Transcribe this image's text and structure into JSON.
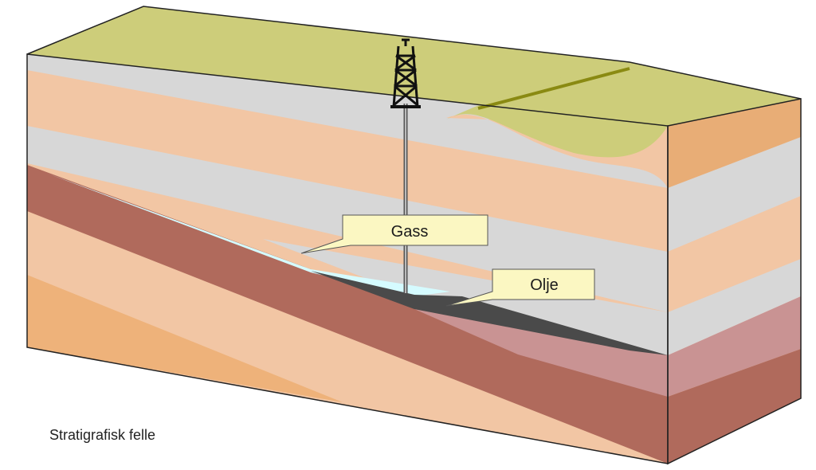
{
  "diagram": {
    "caption": "Stratigrafisk felle",
    "callouts": {
      "gas": "Gass",
      "oil": "Olje"
    }
  },
  "colors": {
    "surface_green": "#cdcd7a",
    "surface_ridge": "#8a8a12",
    "layer_grey": "#d7d7d7",
    "layer_peach": "#f2c6a4",
    "layer_orange_side": "#e8ad76",
    "reservoir_red": "#b06a5c",
    "reservoir_pink": "#c99393",
    "gas_cyan": "#d5fbff",
    "oil_dark": "#4a4a4a",
    "callout_fill": "#fbf7c2"
  }
}
